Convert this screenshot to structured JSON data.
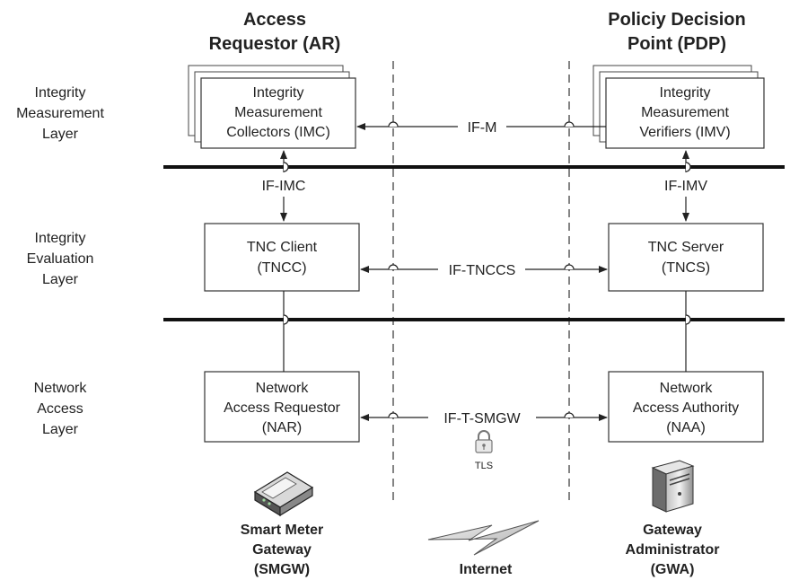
{
  "headers": {
    "ar": [
      "Access",
      "Requestor (AR)"
    ],
    "pdp": [
      "Policiy Decision",
      "Point (PDP)"
    ]
  },
  "layers": {
    "measurement": [
      "Integrity",
      "Measurement",
      "Layer"
    ],
    "evaluation": [
      "Integrity",
      "Evaluation",
      "Layer"
    ],
    "network": [
      "Network",
      "Access",
      "Layer"
    ]
  },
  "boxes": {
    "imc": [
      "Integrity",
      "Measurement",
      "Collectors (IMC)"
    ],
    "imv": [
      "Integrity",
      "Measurement",
      "Verifiers (IMV)"
    ],
    "tncc": [
      "TNC Client",
      "(TNCC)"
    ],
    "tncs": [
      "TNC Server",
      "(TNCS)"
    ],
    "nar": [
      "Network",
      "Access Requestor",
      "(NAR)"
    ],
    "naa": [
      "Network",
      "Access Authority",
      "(NAA)"
    ]
  },
  "interfaces": {
    "if_m": "IF-M",
    "if_imc": "IF-IMC",
    "if_imv": "IF-IMV",
    "if_tnccs": "IF-TNCCS",
    "if_t_smgw": "IF-T-SMGW"
  },
  "tls_label": "TLS",
  "icons": {
    "lock": "lock-icon",
    "gateway_device": "smart-meter-gateway-icon",
    "server": "server-tower-icon",
    "internet": "lightning-bolt-icon"
  },
  "bottom": {
    "smgw": [
      "Smart Meter",
      "Gateway",
      "(SMGW)"
    ],
    "internet": "Internet",
    "gwa": [
      "Gateway",
      "Administrator",
      "(GWA)"
    ]
  }
}
